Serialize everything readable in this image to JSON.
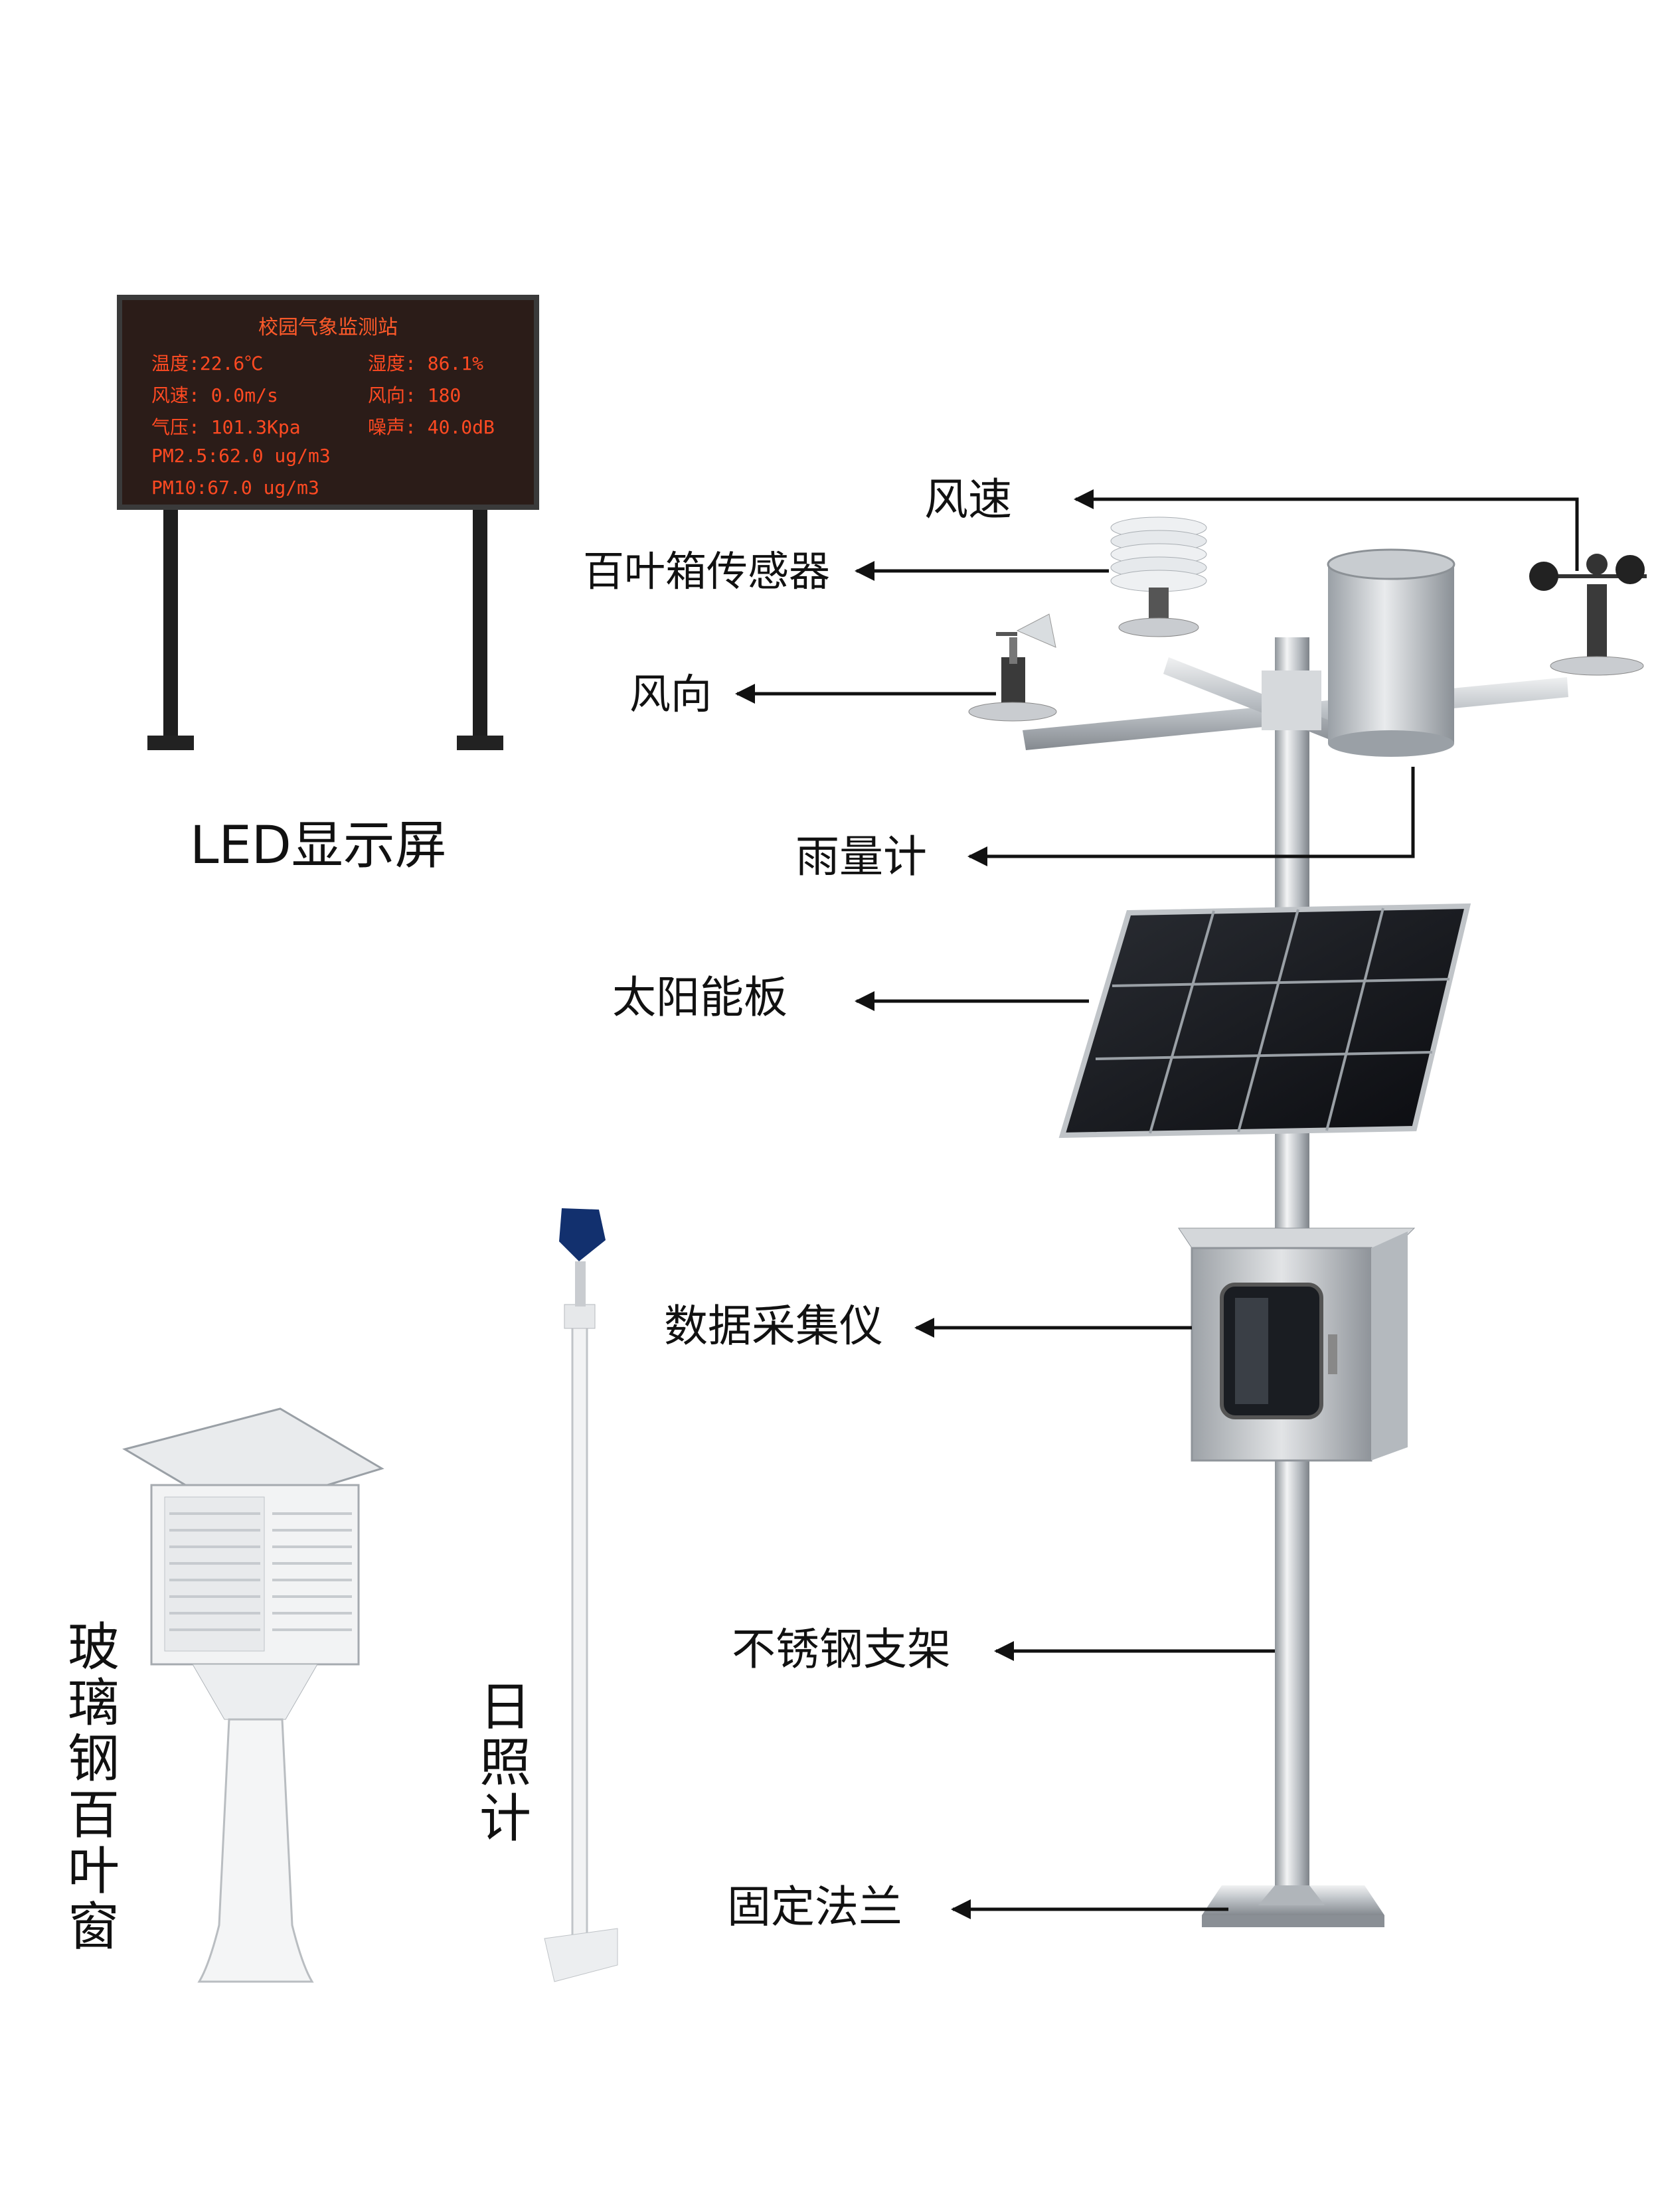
{
  "led_display": {
    "title": "校园气象监测站",
    "rows": [
      "温度:22.6℃",
      "湿度: 86.1%",
      "风速: 0.0m/s",
      "风向: 180",
      "气压: 101.3Kpa",
      "噪声: 40.0dB",
      "PM2.5:62.0 ug/m3",
      "PM10:67.0 ug/m3"
    ]
  },
  "labels": {
    "led_screen": "LED显示屏",
    "wind_speed": "风速",
    "louver_sensor": "百叶箱传感器",
    "wind_direction": "风向",
    "rain_gauge": "雨量计",
    "solar_panel": "太阳能板",
    "data_collector": "数据采集仪",
    "stainless_bracket": "不锈钢支架",
    "fixed_flange": "固定法兰",
    "frp_louver_box": "玻璃钢百叶窗",
    "sunshine_meter": "日照计"
  },
  "colors": {
    "led_text": "#ff4a22",
    "arrow": "#111111",
    "steel": "#c9ccd0"
  }
}
